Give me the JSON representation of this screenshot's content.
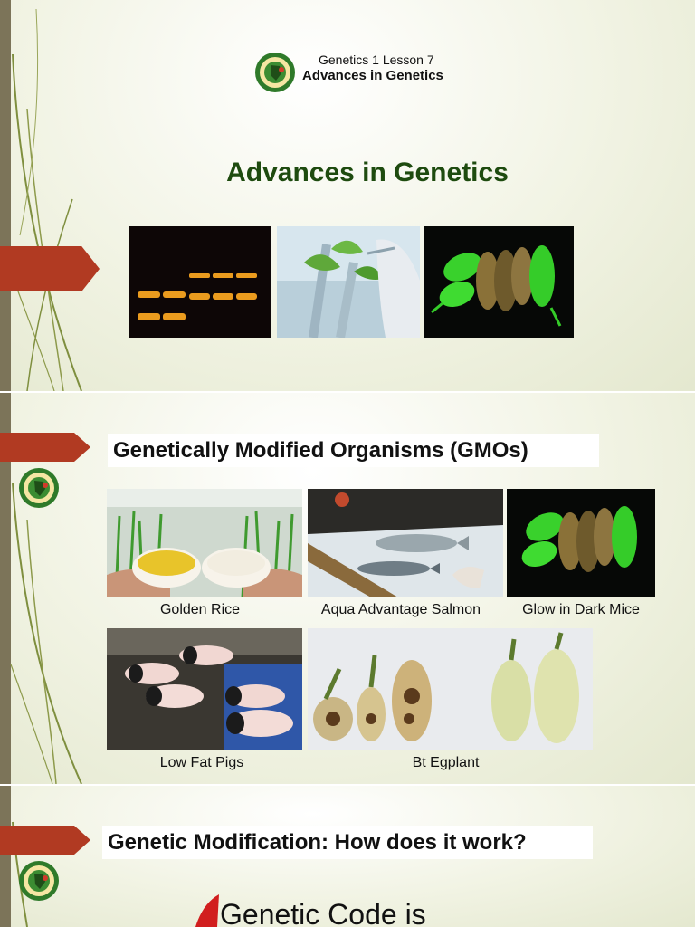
{
  "slide1": {
    "lesson_label": "Genetics 1 Lesson 7",
    "lesson_title": "Advances in Genetics",
    "title": "Advances in Genetics",
    "images": [
      "gel-electrophoresis-image",
      "plant-tissue-culture-image",
      "glowing-mice-image"
    ]
  },
  "slide2": {
    "heading": "Genetically Modified Organisms (GMOs)",
    "captions": {
      "golden_rice": "Golden Rice",
      "salmon": "Aqua Advantage Salmon",
      "mice": "Glow in Dark Mice",
      "pigs": "Low Fat Pigs",
      "eggplant": "Bt Egplant"
    }
  },
  "slide3": {
    "heading": "Genetic Modification: How does it work?",
    "body_start": "Genetic Code is"
  },
  "colors": {
    "accent": "#b13a22",
    "title_green": "#1e4b0f",
    "sidebar": "#7c7459"
  }
}
